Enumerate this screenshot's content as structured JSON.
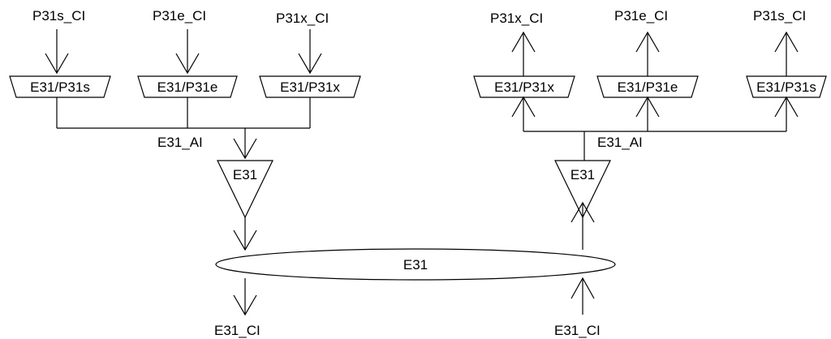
{
  "left": {
    "inputs": [
      {
        "label": "P31s_CI",
        "adapter": "E31/P31s"
      },
      {
        "label": "P31e_CI",
        "adapter": "E31/P31e"
      },
      {
        "label": "P31x_CI",
        "adapter": "E31/P31x"
      }
    ],
    "ai_label": "E31_AI",
    "termination": "E31",
    "output_label": "E31_CI"
  },
  "right": {
    "outputs": [
      {
        "label": "P31x_CI",
        "adapter": "E31/P31x"
      },
      {
        "label": "P31e_CI",
        "adapter": "E31/P31e"
      },
      {
        "label": "P31s_CI",
        "adapter": "E31/P31s"
      }
    ],
    "ai_label": "E31_AI",
    "termination": "E31",
    "input_label": "E31_CI"
  },
  "connection_label": "E31"
}
